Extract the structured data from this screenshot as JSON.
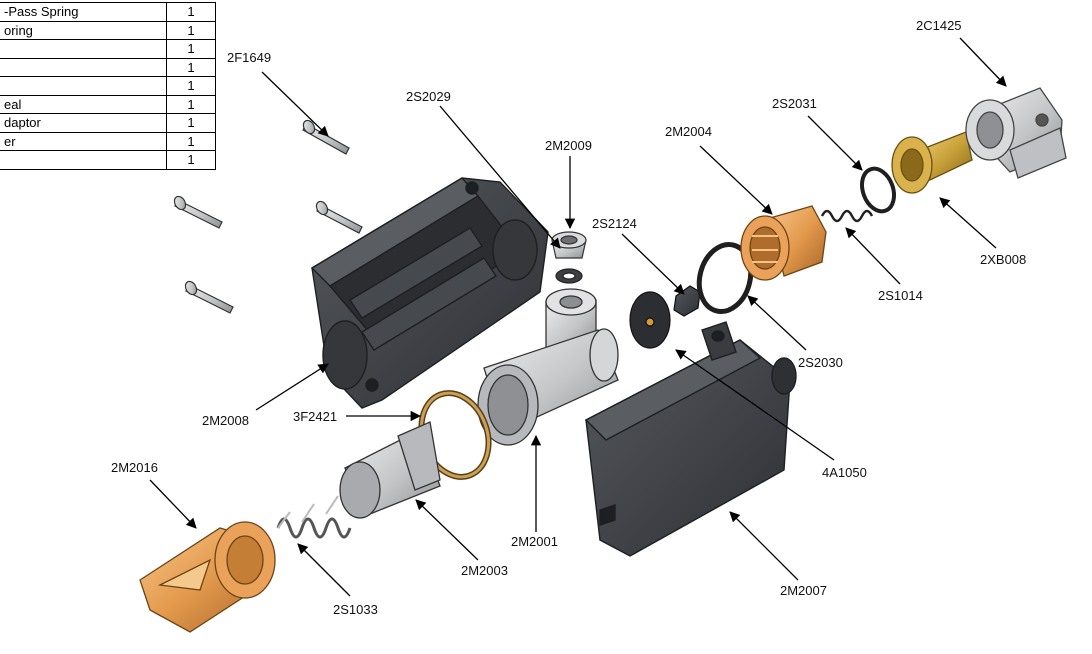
{
  "bom_rows": [
    {
      "description": "-Pass Spring",
      "qty": "1"
    },
    {
      "description": "oring",
      "qty": "1"
    },
    {
      "description": "",
      "qty": "1"
    },
    {
      "description": "",
      "qty": "1"
    },
    {
      "description": "",
      "qty": "1"
    },
    {
      "description": "eal",
      "qty": "1"
    },
    {
      "description": "daptor",
      "qty": "1"
    },
    {
      "description": "er",
      "qty": "1"
    },
    {
      "description": "",
      "qty": "1"
    }
  ],
  "part_labels": {
    "p2F1649": "2F1649",
    "p2S2029": "2S2029",
    "p2M2009": "2M2009",
    "p2M2004": "2M2004",
    "p2S2031": "2S2031",
    "p2C1425": "2C1425",
    "p2S2124": "2S2124",
    "p2XB008": "2XB008",
    "p2S1014": "2S1014",
    "p2S2030": "2S2030",
    "p2M2008": "2M2008",
    "p3F2421": "3F2421",
    "p4A1050": "4A1050",
    "p2M2016": "2M2016",
    "p2M2001": "2M2001",
    "p2M2003": "2M2003",
    "p2M2007": "2M2007",
    "p2S1033": "2S1033"
  },
  "colors": {
    "housing": "#3d3f43",
    "housing_edge": "#1e1f22",
    "silver": "#c9cacc",
    "bronze": "#e39a4c",
    "brass": "#c9a23a"
  }
}
